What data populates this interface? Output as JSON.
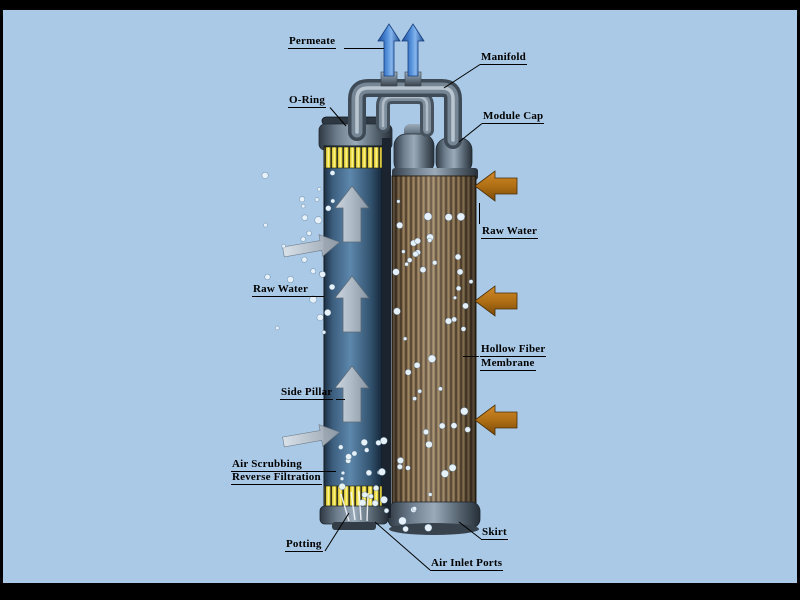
{
  "title": "Hollow Fiber Membrane Module Diagram",
  "labels": {
    "permeate": "Permeate",
    "manifold": "Manifold",
    "o_ring": "O-Ring",
    "module_cap": "Module Cap",
    "raw_water_right": "Raw Water",
    "raw_water_left": "Raw Water",
    "hollow_fiber_line1": "Hollow Fiber",
    "hollow_fiber_line2": "Membrane",
    "side_pillar": "Side Pillar",
    "air_scrubbing_line1": "Air Scrubbing",
    "air_scrubbing_line2": "Reverse Filtration",
    "potting": "Potting",
    "air_inlet_ports": "Air Inlet Ports",
    "skirt": "Skirt"
  },
  "colors": {
    "background": "#a9c9e6",
    "frame": "#000000",
    "permeate_arrow_blue": "#4f8cd8",
    "raw_water_arrow_orange": "#b06f14",
    "membrane_fiber_brown": "#8a7355",
    "module_interior_blue": "#4a6e92",
    "potting_yellow": "#ead93c",
    "metal_gray": "#7e8e9c",
    "bubble_white": "#e6f1fa",
    "label_text": "#000000"
  }
}
